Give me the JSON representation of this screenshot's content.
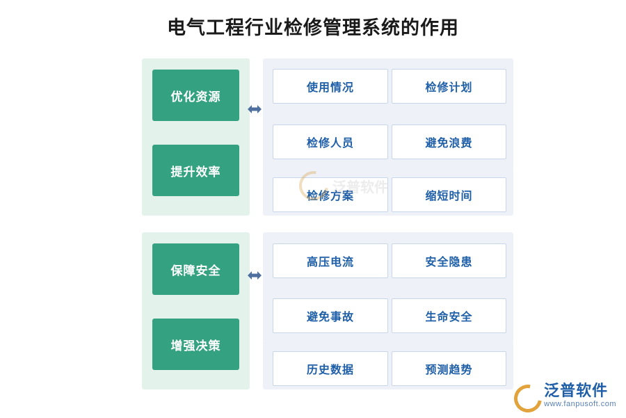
{
  "page": {
    "title": "电气工程行业检修管理系统的作用",
    "accent_green": "#34a280",
    "accent_blue": "#1f5fa8",
    "panel_green_bg": "#e4f2ec",
    "panel_blue_bg": "#eef2f8"
  },
  "groups": [
    {
      "name": "group-upper",
      "left_items": [
        {
          "label": "优化资源"
        },
        {
          "label": "提升效率"
        }
      ],
      "arrow": "double-arrow-horizontal",
      "right_rows": [
        [
          {
            "label": "使用情况"
          },
          {
            "label": "检修计划"
          }
        ],
        [
          {
            "label": "检修人员"
          },
          {
            "label": "避免浪费"
          }
        ]
      ],
      "bottom_row": [
        {
          "label": "检修方案"
        },
        {
          "label": "缩短时间"
        }
      ]
    },
    {
      "name": "group-lower",
      "left_items": [
        {
          "label": "保障安全"
        },
        {
          "label": "增强决策"
        }
      ],
      "arrow": "double-arrow-horizontal",
      "right_rows": [
        [
          {
            "label": "高压电流"
          },
          {
            "label": "安全隐患"
          }
        ],
        [
          {
            "label": "避免事故"
          },
          {
            "label": "生命安全"
          }
        ]
      ],
      "bottom_row": [
        {
          "label": "历史数据"
        },
        {
          "label": "预测趋势"
        }
      ]
    }
  ],
  "watermark": {
    "center_text": "泛普软件"
  },
  "logo": {
    "cn": "泛普软件",
    "en": "www.fanpusoft.com"
  }
}
